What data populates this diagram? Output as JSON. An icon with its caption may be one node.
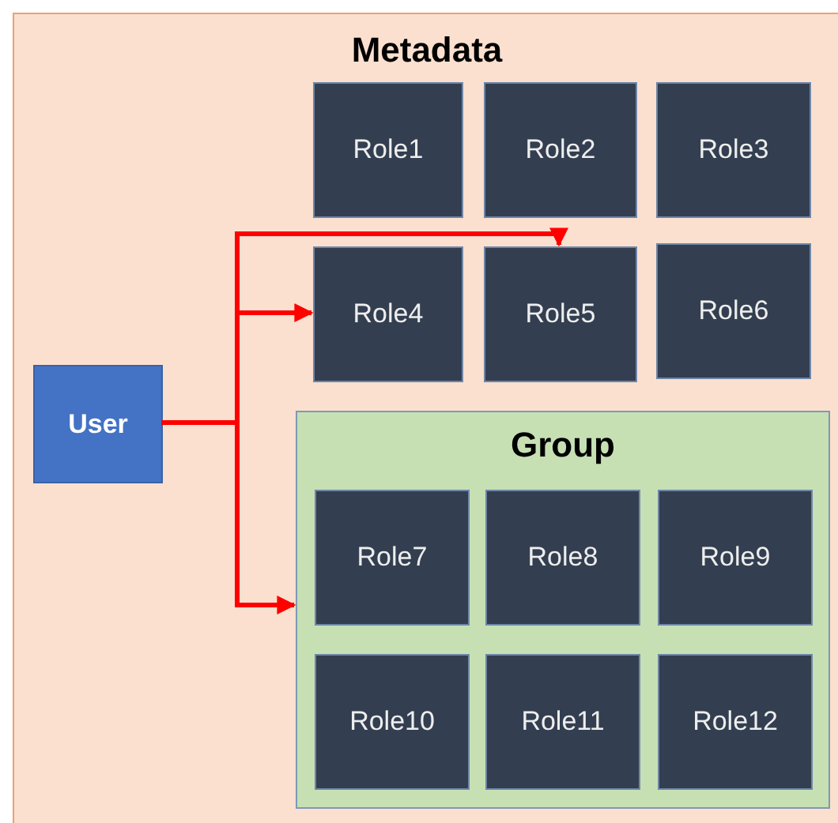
{
  "diagram": {
    "nodes": [
      {
        "text": [
          "Metadata"
        ]
      },
      {
        "text": [
          "Role1"
        ],
        "in": 0
      },
      {
        "text": [
          "Role2"
        ],
        "in": 0
      },
      {
        "text": [
          "Role3"
        ],
        "in": 0
      },
      {
        "text": [
          "Role4"
        ],
        "in": 0
      },
      {
        "text": [
          "Role5"
        ],
        "in": 0
      },
      {
        "text": [
          "Role6"
        ],
        "in": 0
      },
      {
        "text": [
          "User"
        ],
        "in": 0
      },
      {
        "text": [
          "Group"
        ],
        "in": 0
      },
      {
        "text": [
          "Role7"
        ],
        "in": 8
      },
      {
        "text": [
          "Role8"
        ],
        "in": 8
      },
      {
        "text": [
          "Role9"
        ],
        "in": 8
      },
      {
        "text": [
          "Role10"
        ],
        "in": 8
      },
      {
        "text": [
          "Role11"
        ],
        "in": 8
      },
      {
        "text": [
          "Role12"
        ],
        "in": 8
      }
    ],
    "edges": [
      {
        "from": 7,
        "to": 5,
        "arrow": "to"
      },
      {
        "from": 7,
        "to": 4,
        "arrow": "to"
      },
      {
        "from": 7,
        "to": 8,
        "arrow": "to"
      }
    ]
  }
}
